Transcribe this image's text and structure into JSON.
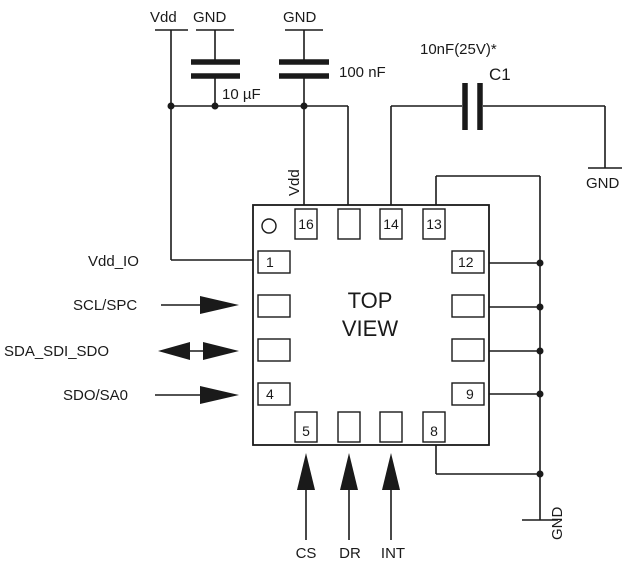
{
  "supply": {
    "vdd_top": "Vdd",
    "gnd_cap1": "GND",
    "gnd_cap2": "GND",
    "cap1_value": "10 µF",
    "cap2_value": "100 nF",
    "c1_spec": "10nF(25V)*",
    "c1_name": "C1",
    "gnd_c1": "GND",
    "vdd_pin16": "Vdd",
    "gnd_right": "GND"
  },
  "chip": {
    "view_line1": "TOP",
    "view_line2": "VIEW",
    "pins": {
      "p1": "1",
      "p4": "4",
      "p5": "5",
      "p8": "8",
      "p9": "9",
      "p12": "12",
      "p13": "13",
      "p14": "14",
      "p16": "16"
    }
  },
  "signals": {
    "vdd_io": "Vdd_IO",
    "scl": "SCL/SPC",
    "sda": "SDA_SDI_SDO",
    "sdo": "SDO/SA0",
    "cs": "CS",
    "dr": "DR",
    "int": "INT"
  }
}
